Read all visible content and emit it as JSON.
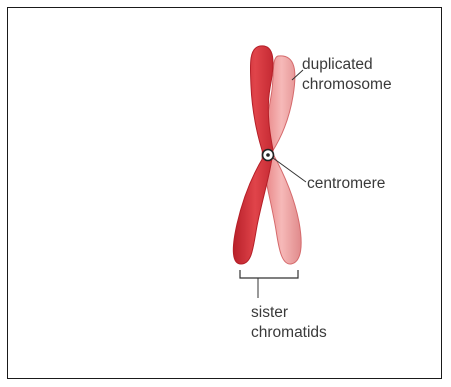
{
  "labels": {
    "duplicated_chromosome": [
      "duplicated",
      "chromosome"
    ],
    "centromere": "centromere",
    "sister_chromatids": [
      "sister",
      "chromatids"
    ]
  },
  "colors": {
    "frame_border": "#1a1a1a",
    "chromatid_left": "#d9343b",
    "chromatid_left_edge": "#b51f28",
    "chromatid_right": "#ec8e8e",
    "chromatid_right_edge": "#d56a6c",
    "leader_line": "#333333",
    "label_text": "#3a3a3a"
  }
}
